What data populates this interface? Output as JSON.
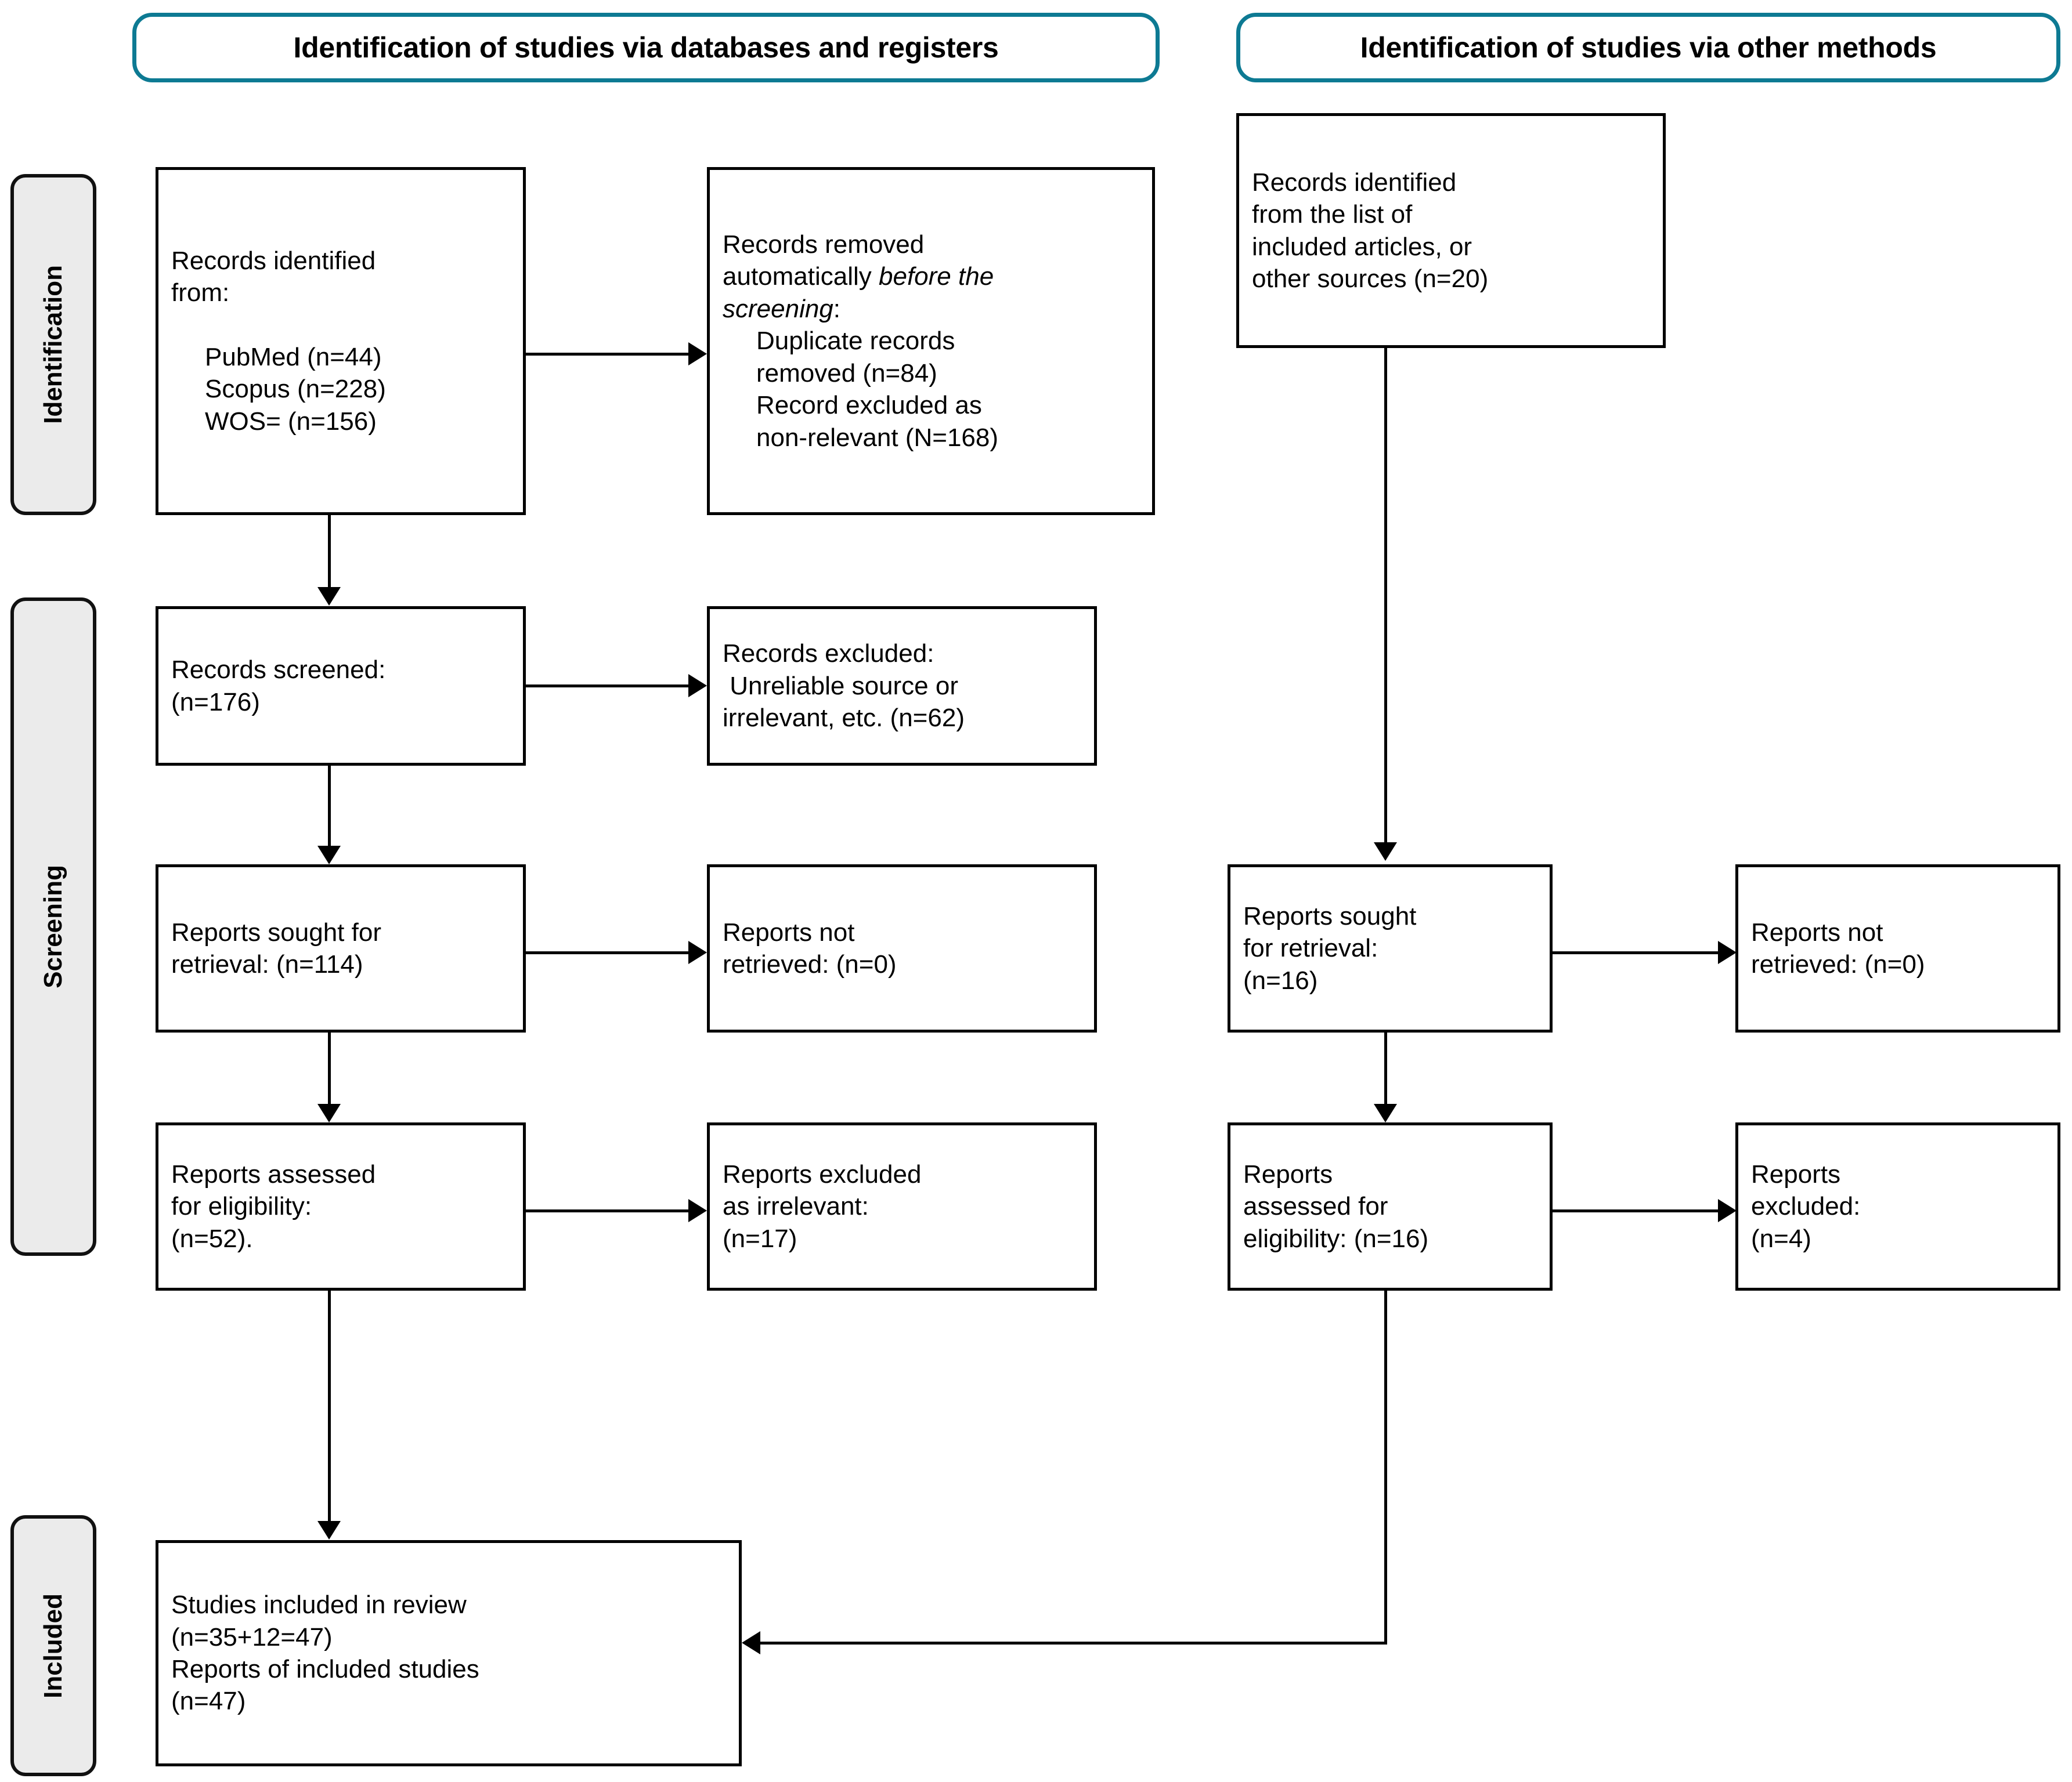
{
  "diagram": {
    "type": "prisma-flow-diagram",
    "accent_color": "#0d7a93",
    "stage_fill": "#ebebeb",
    "line_color": "#000000"
  },
  "headers": {
    "left": "Identification of studies via databases and registers",
    "right": "Identification of studies via other methods"
  },
  "stages": [
    {
      "label": "Identification"
    },
    {
      "label": "Screening"
    },
    {
      "label": "Included"
    }
  ],
  "left_column": {
    "records_identified": {
      "line1": "Records identified",
      "line2": "from:",
      "blank": " ",
      "source1": "PubMed (n=44)",
      "source2": "Scopus (n=228)",
      "source3": "WOS= (n=156)"
    },
    "records_removed": {
      "line1": "Records removed",
      "line2_a": "automatically ",
      "line2_b": "before the",
      "line3_a": "screening",
      "line3_b": ":",
      "item1_a": "Duplicate records",
      "item1_b": "removed (n=84)",
      "item2_a": "Record excluded as",
      "item2_b": "non-relevant (N=168)"
    },
    "records_screened": {
      "line1": "Records screened:",
      "line2": "(n=176)"
    },
    "records_excluded": {
      "line1": "Records excluded:",
      "line2": " Unreliable source or",
      "line3": "irrelevant, etc. (n=62)"
    },
    "reports_sought": {
      "line1": "Reports sought for",
      "line2": "retrieval: (n=114)"
    },
    "reports_not_retrieved": {
      "line1": "Reports not",
      "line2": "retrieved: (n=0)"
    },
    "reports_assessed": {
      "line1": "Reports assessed",
      "line2": "for eligibility:",
      "line3": "(n=52)."
    },
    "reports_excluded": {
      "line1": "Reports excluded",
      "line2": "as irrelevant:",
      "line3": "(n=17)"
    },
    "studies_included": {
      "line1": "Studies included in review",
      "line2": "(n=35+12=47)",
      "line3": "Reports of included studies",
      "line4": "(n=47)"
    }
  },
  "right_column": {
    "records_identified_other": {
      "line1": "Records identified",
      "line2": "from the list of",
      "line3": "included articles, or",
      "line4": "other sources (n=20)"
    },
    "reports_sought": {
      "line1": "Reports sought",
      "line2": "for retrieval:",
      "line3": "(n=16)"
    },
    "reports_not_retrieved": {
      "line1": "Reports not",
      "line2": "retrieved: (n=0)"
    },
    "reports_assessed": {
      "line1": "Reports",
      "line2": "assessed for",
      "line3": "eligibility: (n=16)"
    },
    "reports_excluded": {
      "line1": "Reports",
      "line2": "excluded:",
      "line3": "(n=4)"
    }
  },
  "counts": {
    "pubmed": 44,
    "scopus": 228,
    "wos": 156,
    "duplicates_removed": 84,
    "excluded_non_relevant": 168,
    "records_screened": 176,
    "records_excluded_screening": 62,
    "reports_sought_db": 114,
    "reports_not_retrieved_db": 0,
    "reports_assessed_db": 52,
    "reports_excluded_db": 17,
    "records_other_sources": 20,
    "reports_sought_other": 16,
    "reports_not_retrieved_other": 0,
    "reports_assessed_other": 16,
    "reports_excluded_other": 4,
    "studies_included": 47,
    "reports_of_included_studies": 47
  }
}
